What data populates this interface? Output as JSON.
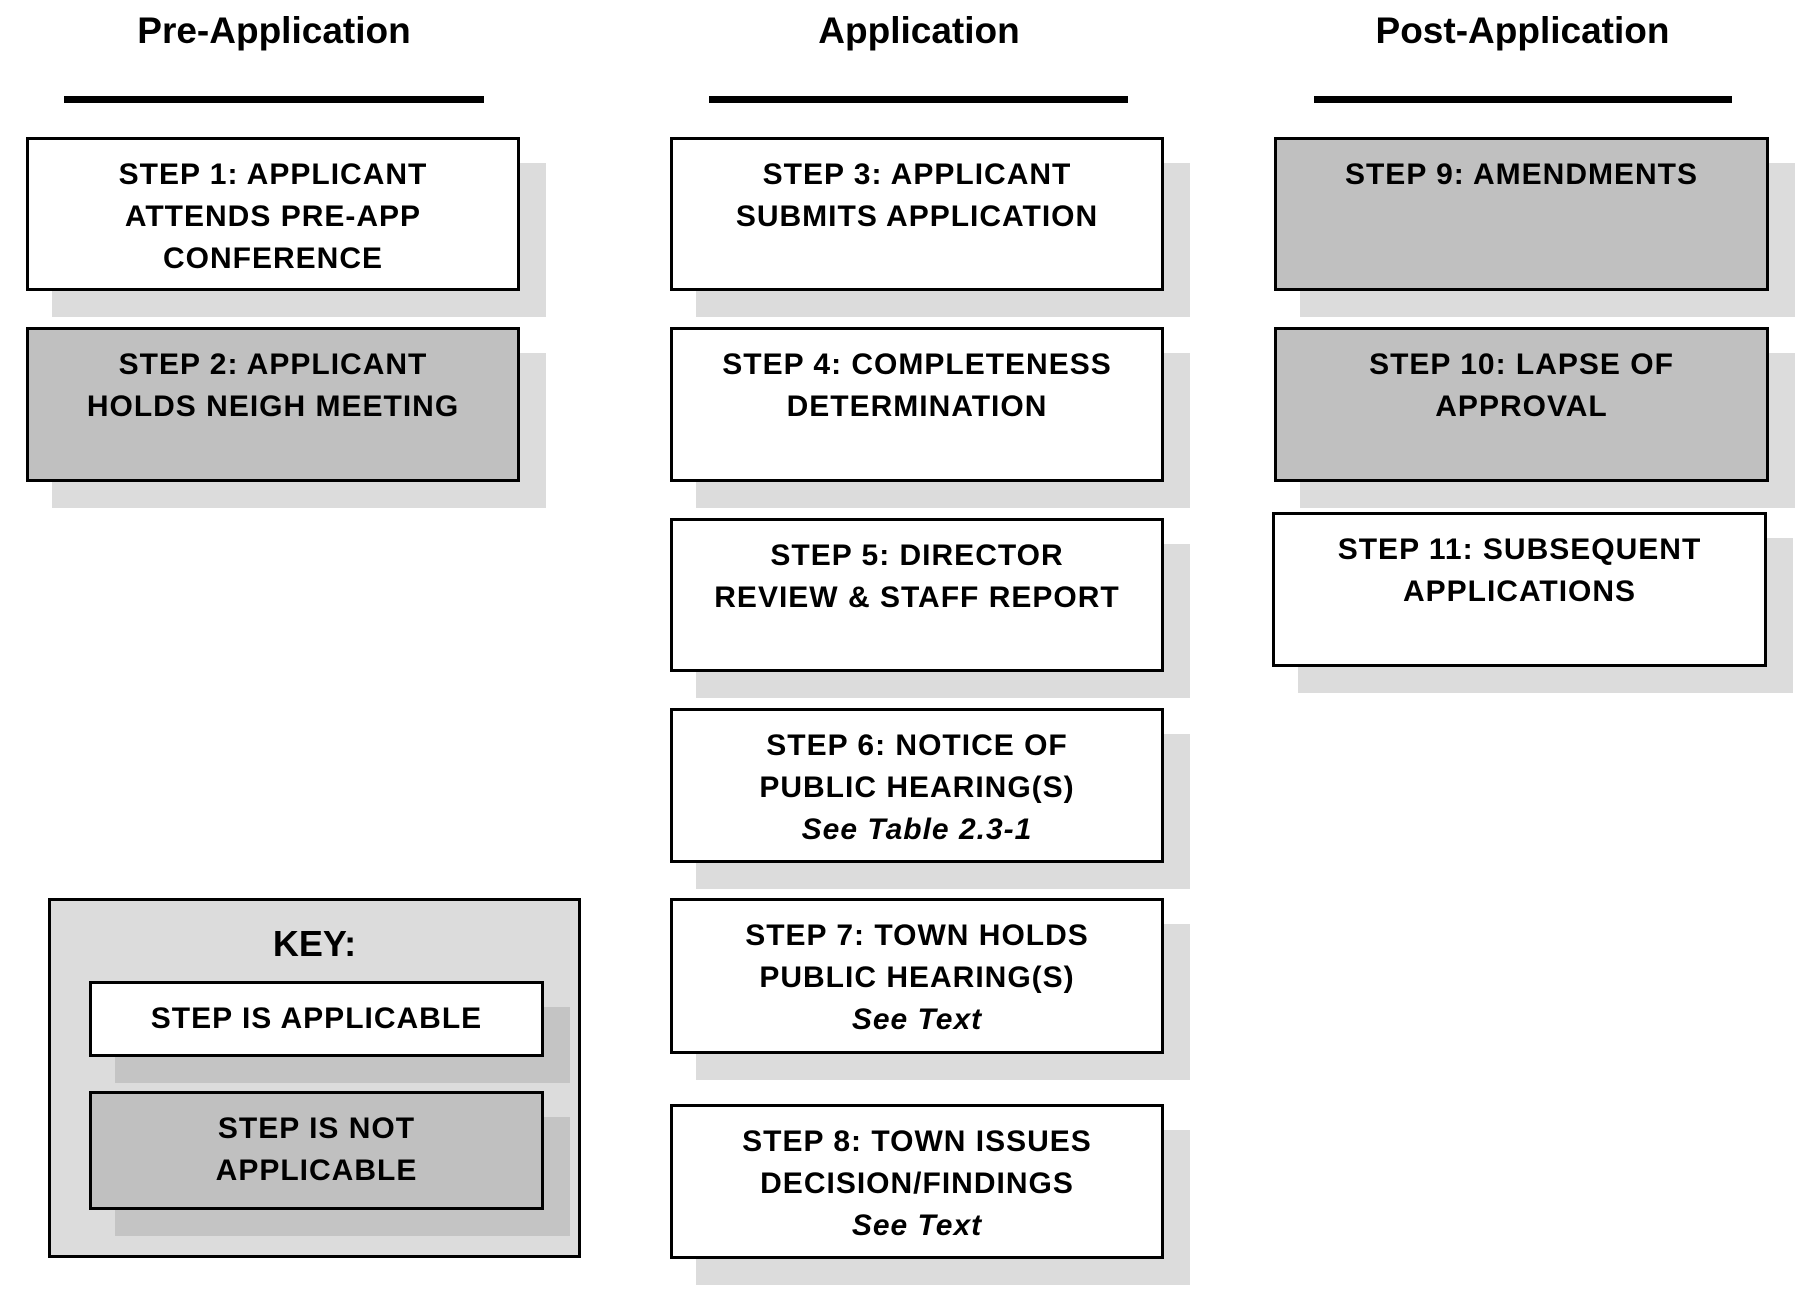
{
  "columns": [
    {
      "title": "Pre-Application"
    },
    {
      "title": "Application"
    },
    {
      "title": "Post-Application"
    }
  ],
  "steps": {
    "s1": {
      "lines": [
        "STEP 1:  APPLICANT",
        "ATTENDS PRE-APP",
        "CONFERENCE"
      ],
      "status": "applicable"
    },
    "s2": {
      "lines": [
        "STEP 2:  APPLICANT",
        "HOLDS NEIGH MEETING"
      ],
      "status": "not-applicable"
    },
    "s3": {
      "lines": [
        "STEP 3:  APPLICANT",
        "SUBMITS APPLICATION"
      ],
      "status": "applicable"
    },
    "s4": {
      "lines": [
        "STEP 4:  COMPLETENESS",
        "DETERMINATION"
      ],
      "status": "applicable"
    },
    "s5": {
      "lines": [
        "STEP 5:  DIRECTOR",
        "REVIEW & STAFF REPORT"
      ],
      "status": "applicable"
    },
    "s6": {
      "lines": [
        "STEP 6:  NOTICE OF",
        "PUBLIC HEARING(S)"
      ],
      "note": "See Table 2.3-1",
      "status": "applicable"
    },
    "s7": {
      "lines": [
        "STEP 7:  TOWN HOLDS",
        "PUBLIC HEARING(S)"
      ],
      "note": "See Text",
      "status": "applicable"
    },
    "s8": {
      "lines": [
        "STEP 8:  TOWN ISSUES",
        "DECISION/FINDINGS"
      ],
      "note": "See Text",
      "status": "applicable"
    },
    "s9": {
      "lines": [
        "STEP 9: AMENDMENTS"
      ],
      "status": "not-applicable"
    },
    "s10": {
      "lines": [
        "STEP 10:  LAPSE OF",
        "APPROVAL"
      ],
      "status": "not-applicable"
    },
    "s11": {
      "lines": [
        "STEP 11:  SUBSEQUENT",
        "APPLICATIONS"
      ],
      "status": "applicable"
    }
  },
  "key": {
    "title": "KEY:",
    "applicable_label": "STEP IS APPLICABLE",
    "not_applicable_lines": [
      "STEP IS NOT",
      "APPLICABLE"
    ]
  },
  "colors": {
    "applicable_fill": "#ffffff",
    "not_applicable_fill": "#c0c0c0",
    "shadow": "#dcdcdc",
    "key_background": "#dcdcdc"
  }
}
